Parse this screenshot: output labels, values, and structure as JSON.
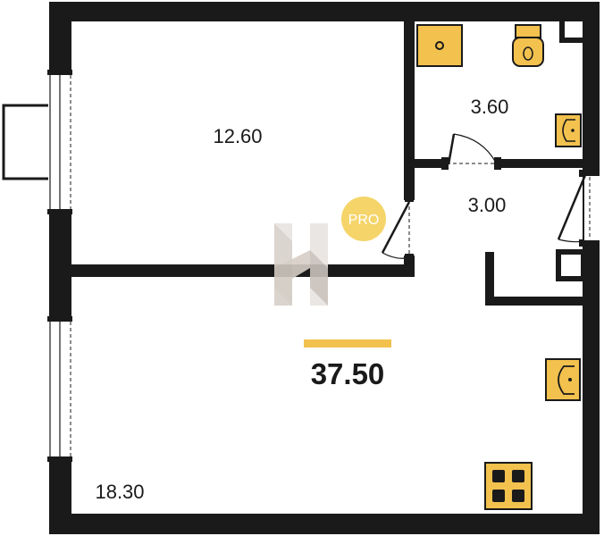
{
  "rooms": {
    "room_1_area": "12.60",
    "bathroom_area": "3.60",
    "hall_area": "3.00",
    "room_2_area": "18.30"
  },
  "total_area": "37.50",
  "badge": {
    "text": "PRO"
  },
  "colors": {
    "wall": "#1a1a1a",
    "fixture_fill": "#f2c14e",
    "accent_bar": "#f2c14e",
    "badge": "#f5d56a",
    "watermark_light": "#e8e4e0",
    "watermark_dark": "#c9c2bb"
  },
  "icons": [
    "shower-icon",
    "toilet-icon",
    "sink-icon",
    "stove-icon",
    "logo-watermark"
  ]
}
